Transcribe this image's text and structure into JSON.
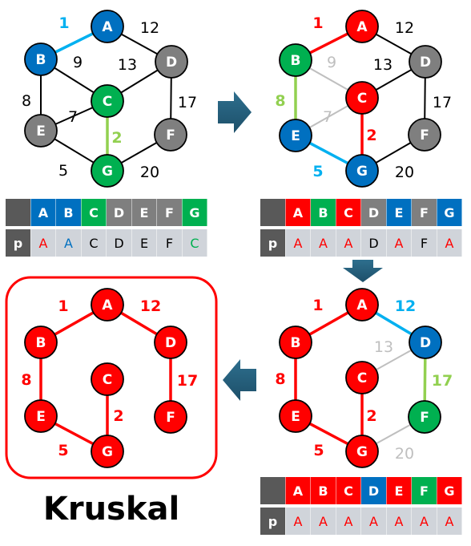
{
  "colors": {
    "blue": "#0070c0",
    "green": "#00b050",
    "gray": "#7f7f7f",
    "red": "#ff0000",
    "lightblue": "#00b0f0",
    "lightgreen": "#92d050",
    "faint": "#bfbfbf",
    "cell": "#d0d4da",
    "darkcell": "#595959"
  },
  "title": "Kruskal",
  "panels": [
    {
      "id": "step1",
      "nodes": [
        {
          "label": "A",
          "color": "blue"
        },
        {
          "label": "B",
          "color": "blue"
        },
        {
          "label": "C",
          "color": "green"
        },
        {
          "label": "D",
          "color": "gray"
        },
        {
          "label": "E",
          "color": "gray"
        },
        {
          "label": "F",
          "color": "gray"
        },
        {
          "label": "G",
          "color": "green"
        }
      ],
      "edges": [
        {
          "u": "A",
          "v": "B",
          "w": "1",
          "color": "lightblue",
          "wcolor": "lightblue"
        },
        {
          "u": "A",
          "v": "D",
          "w": "12",
          "color": "black",
          "wcolor": "black"
        },
        {
          "u": "B",
          "v": "C",
          "w": "9",
          "color": "black",
          "wcolor": "black"
        },
        {
          "u": "D",
          "v": "C",
          "w": "13",
          "color": "black",
          "wcolor": "black"
        },
        {
          "u": "B",
          "v": "E",
          "w": "8",
          "color": "black",
          "wcolor": "black"
        },
        {
          "u": "E",
          "v": "C",
          "w": "7",
          "color": "black",
          "wcolor": "black"
        },
        {
          "u": "D",
          "v": "F",
          "w": "17",
          "color": "black",
          "wcolor": "black"
        },
        {
          "u": "C",
          "v": "G",
          "w": "2",
          "color": "lightgreen",
          "wcolor": "lightgreen"
        },
        {
          "u": "E",
          "v": "G",
          "w": "5",
          "color": "black",
          "wcolor": "black"
        },
        {
          "u": "F",
          "v": "G",
          "w": "20",
          "color": "black",
          "wcolor": "black"
        }
      ],
      "table": {
        "header": [
          {
            "t": "A",
            "c": "blue"
          },
          {
            "t": "B",
            "c": "blue"
          },
          {
            "t": "C",
            "c": "green"
          },
          {
            "t": "D",
            "c": "gray"
          },
          {
            "t": "E",
            "c": "gray"
          },
          {
            "t": "F",
            "c": "gray"
          },
          {
            "t": "G",
            "c": "green"
          }
        ],
        "rowLabel": "p",
        "parents": [
          {
            "t": "A",
            "c": "red"
          },
          {
            "t": "A",
            "c": "blue"
          },
          {
            "t": "C",
            "c": "black"
          },
          {
            "t": "D",
            "c": "black"
          },
          {
            "t": "E",
            "c": "black"
          },
          {
            "t": "F",
            "c": "black"
          },
          {
            "t": "C",
            "c": "green"
          }
        ]
      }
    },
    {
      "id": "step2",
      "nodes": [
        {
          "label": "A",
          "color": "red"
        },
        {
          "label": "B",
          "color": "green"
        },
        {
          "label": "C",
          "color": "red"
        },
        {
          "label": "D",
          "color": "gray"
        },
        {
          "label": "E",
          "color": "blue"
        },
        {
          "label": "F",
          "color": "gray"
        },
        {
          "label": "G",
          "color": "blue"
        }
      ],
      "edges": [
        {
          "u": "A",
          "v": "B",
          "w": "1",
          "color": "red",
          "wcolor": "red"
        },
        {
          "u": "A",
          "v": "D",
          "w": "12",
          "color": "black",
          "wcolor": "black"
        },
        {
          "u": "B",
          "v": "C",
          "w": "9",
          "color": "faint",
          "wcolor": "faint"
        },
        {
          "u": "D",
          "v": "C",
          "w": "13",
          "color": "black",
          "wcolor": "black"
        },
        {
          "u": "B",
          "v": "E",
          "w": "8",
          "color": "lightgreen",
          "wcolor": "lightgreen"
        },
        {
          "u": "E",
          "v": "C",
          "w": "7",
          "color": "faint",
          "wcolor": "faint"
        },
        {
          "u": "D",
          "v": "F",
          "w": "17",
          "color": "black",
          "wcolor": "black"
        },
        {
          "u": "C",
          "v": "G",
          "w": "2",
          "color": "red",
          "wcolor": "red"
        },
        {
          "u": "E",
          "v": "G",
          "w": "5",
          "color": "lightblue",
          "wcolor": "lightblue"
        },
        {
          "u": "F",
          "v": "G",
          "w": "20",
          "color": "black",
          "wcolor": "black"
        }
      ],
      "table": {
        "header": [
          {
            "t": "A",
            "c": "red"
          },
          {
            "t": "B",
            "c": "green"
          },
          {
            "t": "C",
            "c": "red"
          },
          {
            "t": "D",
            "c": "gray"
          },
          {
            "t": "E",
            "c": "blue"
          },
          {
            "t": "F",
            "c": "gray"
          },
          {
            "t": "G",
            "c": "blue"
          }
        ],
        "rowLabel": "p",
        "parents": [
          {
            "t": "A",
            "c": "red"
          },
          {
            "t": "A",
            "c": "red"
          },
          {
            "t": "A",
            "c": "red"
          },
          {
            "t": "D",
            "c": "black"
          },
          {
            "t": "A",
            "c": "red"
          },
          {
            "t": "F",
            "c": "black"
          },
          {
            "t": "A",
            "c": "red"
          }
        ]
      }
    },
    {
      "id": "step3",
      "nodes": [
        {
          "label": "A",
          "color": "red"
        },
        {
          "label": "B",
          "color": "red"
        },
        {
          "label": "C",
          "color": "red"
        },
        {
          "label": "D",
          "color": "blue"
        },
        {
          "label": "E",
          "color": "red"
        },
        {
          "label": "F",
          "color": "green"
        },
        {
          "label": "G",
          "color": "red"
        }
      ],
      "edges": [
        {
          "u": "A",
          "v": "B",
          "w": "1",
          "color": "red",
          "wcolor": "red"
        },
        {
          "u": "A",
          "v": "D",
          "w": "12",
          "color": "lightblue",
          "wcolor": "lightblue"
        },
        {
          "u": "D",
          "v": "C",
          "w": "13",
          "color": "faint",
          "wcolor": "faint"
        },
        {
          "u": "B",
          "v": "E",
          "w": "8",
          "color": "red",
          "wcolor": "red"
        },
        {
          "u": "D",
          "v": "F",
          "w": "17",
          "color": "lightgreen",
          "wcolor": "lightgreen"
        },
        {
          "u": "C",
          "v": "G",
          "w": "2",
          "color": "red",
          "wcolor": "red"
        },
        {
          "u": "E",
          "v": "G",
          "w": "5",
          "color": "red",
          "wcolor": "red"
        },
        {
          "u": "F",
          "v": "G",
          "w": "20",
          "color": "faint",
          "wcolor": "faint"
        }
      ],
      "table": {
        "header": [
          {
            "t": "A",
            "c": "red"
          },
          {
            "t": "B",
            "c": "red"
          },
          {
            "t": "C",
            "c": "red"
          },
          {
            "t": "D",
            "c": "blue"
          },
          {
            "t": "E",
            "c": "red"
          },
          {
            "t": "F",
            "c": "green"
          },
          {
            "t": "G",
            "c": "red"
          }
        ],
        "rowLabel": "p",
        "parents": [
          {
            "t": "A",
            "c": "red"
          },
          {
            "t": "A",
            "c": "red"
          },
          {
            "t": "A",
            "c": "red"
          },
          {
            "t": "A",
            "c": "red"
          },
          {
            "t": "A",
            "c": "red"
          },
          {
            "t": "A",
            "c": "red"
          },
          {
            "t": "A",
            "c": "red"
          }
        ]
      }
    },
    {
      "id": "result",
      "nodes": [
        {
          "label": "A",
          "color": "red"
        },
        {
          "label": "B",
          "color": "red"
        },
        {
          "label": "C",
          "color": "red"
        },
        {
          "label": "D",
          "color": "red"
        },
        {
          "label": "E",
          "color": "red"
        },
        {
          "label": "F",
          "color": "red"
        },
        {
          "label": "G",
          "color": "red"
        }
      ],
      "edges": [
        {
          "u": "A",
          "v": "B",
          "w": "1",
          "color": "red",
          "wcolor": "red"
        },
        {
          "u": "A",
          "v": "D",
          "w": "12",
          "color": "red",
          "wcolor": "red"
        },
        {
          "u": "B",
          "v": "E",
          "w": "8",
          "color": "red",
          "wcolor": "red"
        },
        {
          "u": "D",
          "v": "F",
          "w": "17",
          "color": "red",
          "wcolor": "red"
        },
        {
          "u": "C",
          "v": "G",
          "w": "2",
          "color": "red",
          "wcolor": "red"
        },
        {
          "u": "E",
          "v": "G",
          "w": "5",
          "color": "red",
          "wcolor": "red"
        }
      ]
    }
  ]
}
